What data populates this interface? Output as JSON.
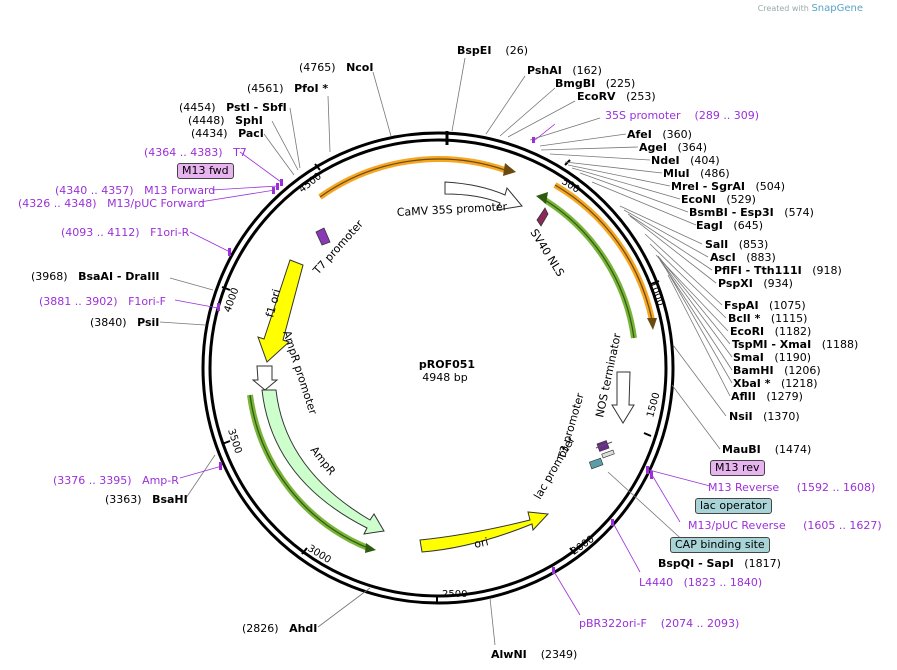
{
  "watermark": {
    "prefix": "Created with",
    "brand": "SnapGene"
  },
  "plasmid": {
    "name": "pROF051",
    "size_label": "4948 bp",
    "length": 4948
  },
  "ring_ticks": [
    "500",
    "1000",
    "1500",
    "2000",
    "2500",
    "3000",
    "3500",
    "4000",
    "4500"
  ],
  "enzymes_right": [
    {
      "name": "BspEI",
      "pos": "(26)"
    },
    {
      "name": "PshAI",
      "pos": "(162)"
    },
    {
      "name": "BmgBI",
      "pos": "(225)"
    },
    {
      "name": "EcoRV",
      "pos": "(253)"
    },
    {
      "name": "AfeI",
      "pos": "(360)"
    },
    {
      "name": "AgeI",
      "pos": "(364)"
    },
    {
      "name": "NdeI",
      "pos": "(404)"
    },
    {
      "name": "MluI",
      "pos": "(486)"
    },
    {
      "name": "MreI  -  SgrAI",
      "pos": "(504)"
    },
    {
      "name": "EcoNI",
      "pos": "(529)"
    },
    {
      "name": "BsmBI  -  Esp3I",
      "pos": "(574)"
    },
    {
      "name": "EagI",
      "pos": "(645)"
    },
    {
      "name": "SalI",
      "pos": "(853)"
    },
    {
      "name": "AscI",
      "pos": "(883)"
    },
    {
      "name": "PflFI  -  Tth111I",
      "pos": "(918)"
    },
    {
      "name": "PspXI",
      "pos": "(934)"
    },
    {
      "name": "FspAI",
      "pos": "(1075)"
    },
    {
      "name": "BclI *",
      "pos": "(1115)"
    },
    {
      "name": "EcoRI",
      "pos": "(1182)"
    },
    {
      "name": "TspMI  -  XmaI",
      "pos": "(1188)"
    },
    {
      "name": "SmaI",
      "pos": "(1190)"
    },
    {
      "name": "BamHI",
      "pos": "(1206)"
    },
    {
      "name": "XbaI *",
      "pos": "(1218)"
    },
    {
      "name": "AflII",
      "pos": "(1279)"
    },
    {
      "name": "NsiI",
      "pos": "(1370)"
    },
    {
      "name": "MauBI",
      "pos": "(1474)"
    },
    {
      "name": "BspQI  -  SapI",
      "pos": "(1817)"
    },
    {
      "name": "AlwNI",
      "pos": "(2349)"
    }
  ],
  "enzymes_left": [
    {
      "name": "NcoI",
      "pos": "(4765)"
    },
    {
      "name": "PfoI *",
      "pos": "(4561)"
    },
    {
      "name": "PstI  -  SbfI",
      "pos": "(4454)"
    },
    {
      "name": "SphI",
      "pos": "(4448)"
    },
    {
      "name": "PacI",
      "pos": "(4434)"
    },
    {
      "name": "BsaAI  -  DraIII",
      "pos": "(3968)"
    },
    {
      "name": "PsiI",
      "pos": "(3840)"
    },
    {
      "name": "BsaHI",
      "pos": "(3363)"
    },
    {
      "name": "AhdI",
      "pos": "(2826)"
    }
  ],
  "primers": [
    {
      "name": "35S promoter",
      "range": "(289 .. 309)"
    },
    {
      "name": "M13 Reverse",
      "range": "(1592 .. 1608)"
    },
    {
      "name": "M13/pUC Reverse",
      "range": "(1605 .. 1627)"
    },
    {
      "name": "L4440",
      "range": "(1823 .. 1840)"
    },
    {
      "name": "pBR322ori-F",
      "range": "(2074 .. 2093)"
    },
    {
      "name": "Amp-R",
      "range": "(3376 .. 3395)"
    },
    {
      "name": "F1ori-F",
      "range": "(3881 .. 3902)"
    },
    {
      "name": "F1ori-R",
      "range": "(4093 .. 4112)"
    },
    {
      "name": "M13/pUC Forward",
      "range": "(4326 .. 4348)"
    },
    {
      "name": "M13 Forward",
      "range": "(4340 .. 4357)"
    },
    {
      "name": "T7",
      "range": "(4364 .. 4383)"
    }
  ],
  "boxed_labels": {
    "m13_rev": "M13 rev",
    "lac_operator": "lac operator",
    "cap_site": "CAP binding site",
    "m13_fwd": "M13 fwd"
  },
  "features": {
    "camv": "CaMV 35S promoter",
    "sv40": "SV40 NLS",
    "nos": "NOS terminator",
    "t3": "T3 promoter",
    "lac_promoter": "lac promoter",
    "ori": "ori",
    "ampr": "AmpR",
    "ampr_promoter": "AmpR promoter",
    "f1ori": "f1 ori",
    "t7_promoter": "T7 promoter"
  },
  "colors": {
    "primer": "#9b30d9",
    "ori": "#ffff00",
    "ampr": "#ccffcc",
    "orange": "#f5a623",
    "green": "#7ab33a",
    "box_purple": "#e8b4f0",
    "box_blue": "#a8d4d8"
  }
}
